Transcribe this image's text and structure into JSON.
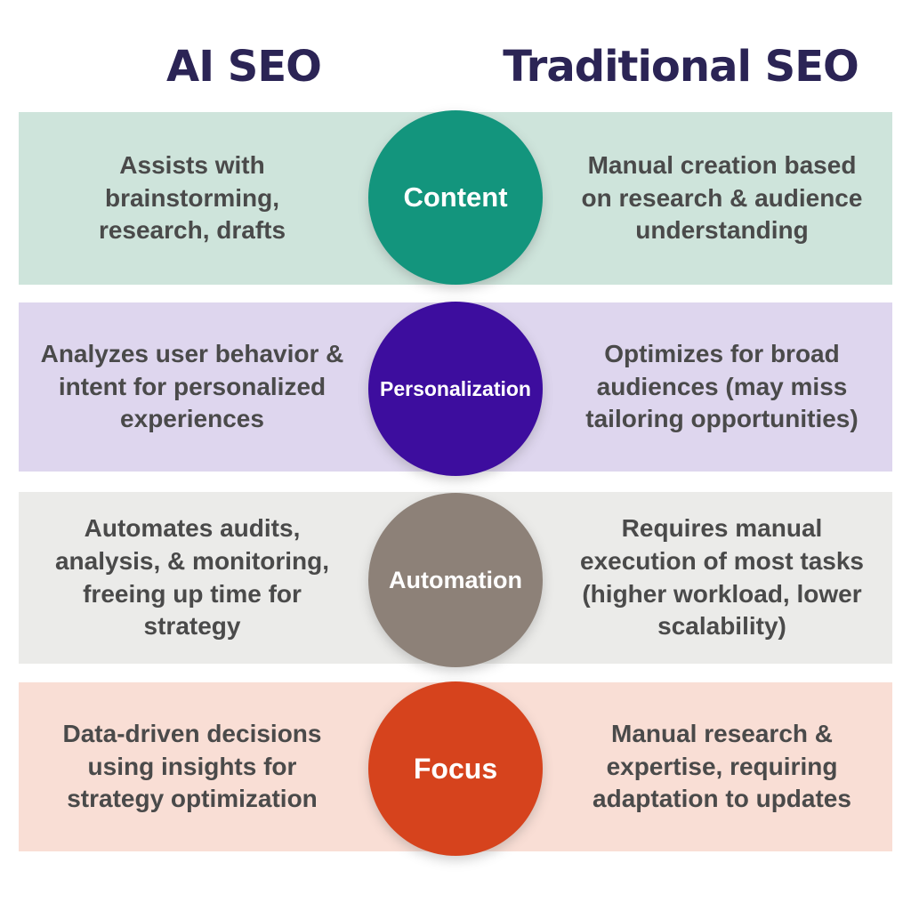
{
  "header": {
    "ai_title": "AI SEO",
    "traditional_title": "Traditional SEO",
    "title_color": "#2b2455"
  },
  "text_color": "#4a4a4a",
  "rows": [
    {
      "label": "Content",
      "ai_text": "Assists with brainstorming, research, drafts",
      "traditional_text": "Manual creation based on research & audience understanding",
      "band_color": "#cee4db",
      "circle_color": "#13957d"
    },
    {
      "label": "Personalization",
      "ai_text": "Analyzes user behavior & intent for personalized experiences",
      "traditional_text": "Optimizes for broad audiences (may miss tailoring opportunities)",
      "band_color": "#ded6ee",
      "circle_color": "#3d0d9e"
    },
    {
      "label": "Automation",
      "ai_text": "Automates audits, analysis, & monitoring, freeing up time for strategy",
      "traditional_text": "Requires manual execution of most tasks (higher workload, lower scalability)",
      "band_color": "#ebebe9",
      "circle_color": "#8d8178"
    },
    {
      "label": "Focus",
      "ai_text": "Data-driven decisions using insights for strategy optimization",
      "traditional_text": "Manual research & expertise, requiring adaptation to updates",
      "band_color": "#f9ded5",
      "circle_color": "#d6431d"
    }
  ]
}
